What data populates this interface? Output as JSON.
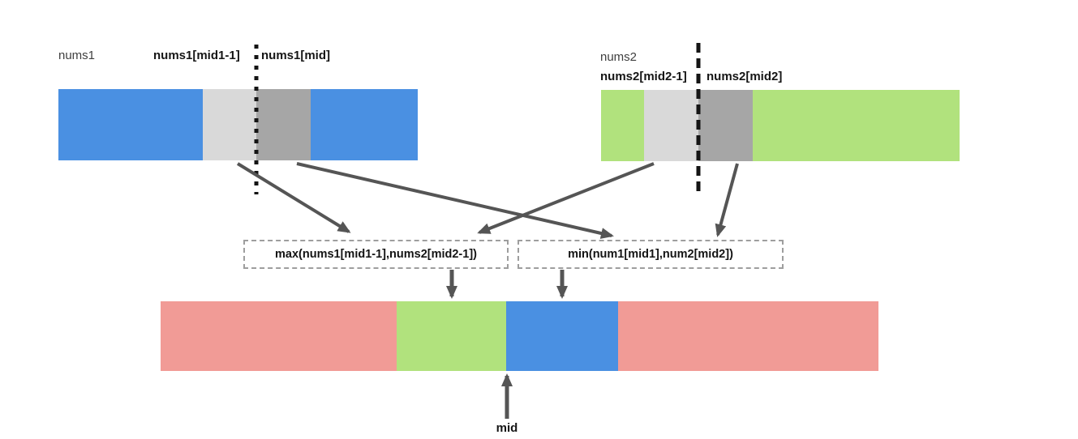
{
  "palette": {
    "blue": "#4a90e2",
    "green": "#b1e27d",
    "pink": "#f19b96",
    "light_gray": "#d9d9d9",
    "dark_gray": "#a6a6a6",
    "arrow_gray": "#555555",
    "line_black": "#141414",
    "box_border_gray": "#9e9e9e"
  },
  "nums1": {
    "title": "nums1",
    "mid_minus_1_label": "nums1[mid1-1]",
    "mid_label": "nums1[mid]"
  },
  "nums2": {
    "title": "nums2",
    "mid_minus_1_label": "nums2[mid2-1]",
    "mid_label": "nums2[mid2]"
  },
  "operations": {
    "max_label": "max(nums1[mid1-1],nums2[mid2-1])",
    "min_label": "min(num1[mid1],num2[mid2])"
  },
  "merged": {
    "mid_label": "mid"
  }
}
